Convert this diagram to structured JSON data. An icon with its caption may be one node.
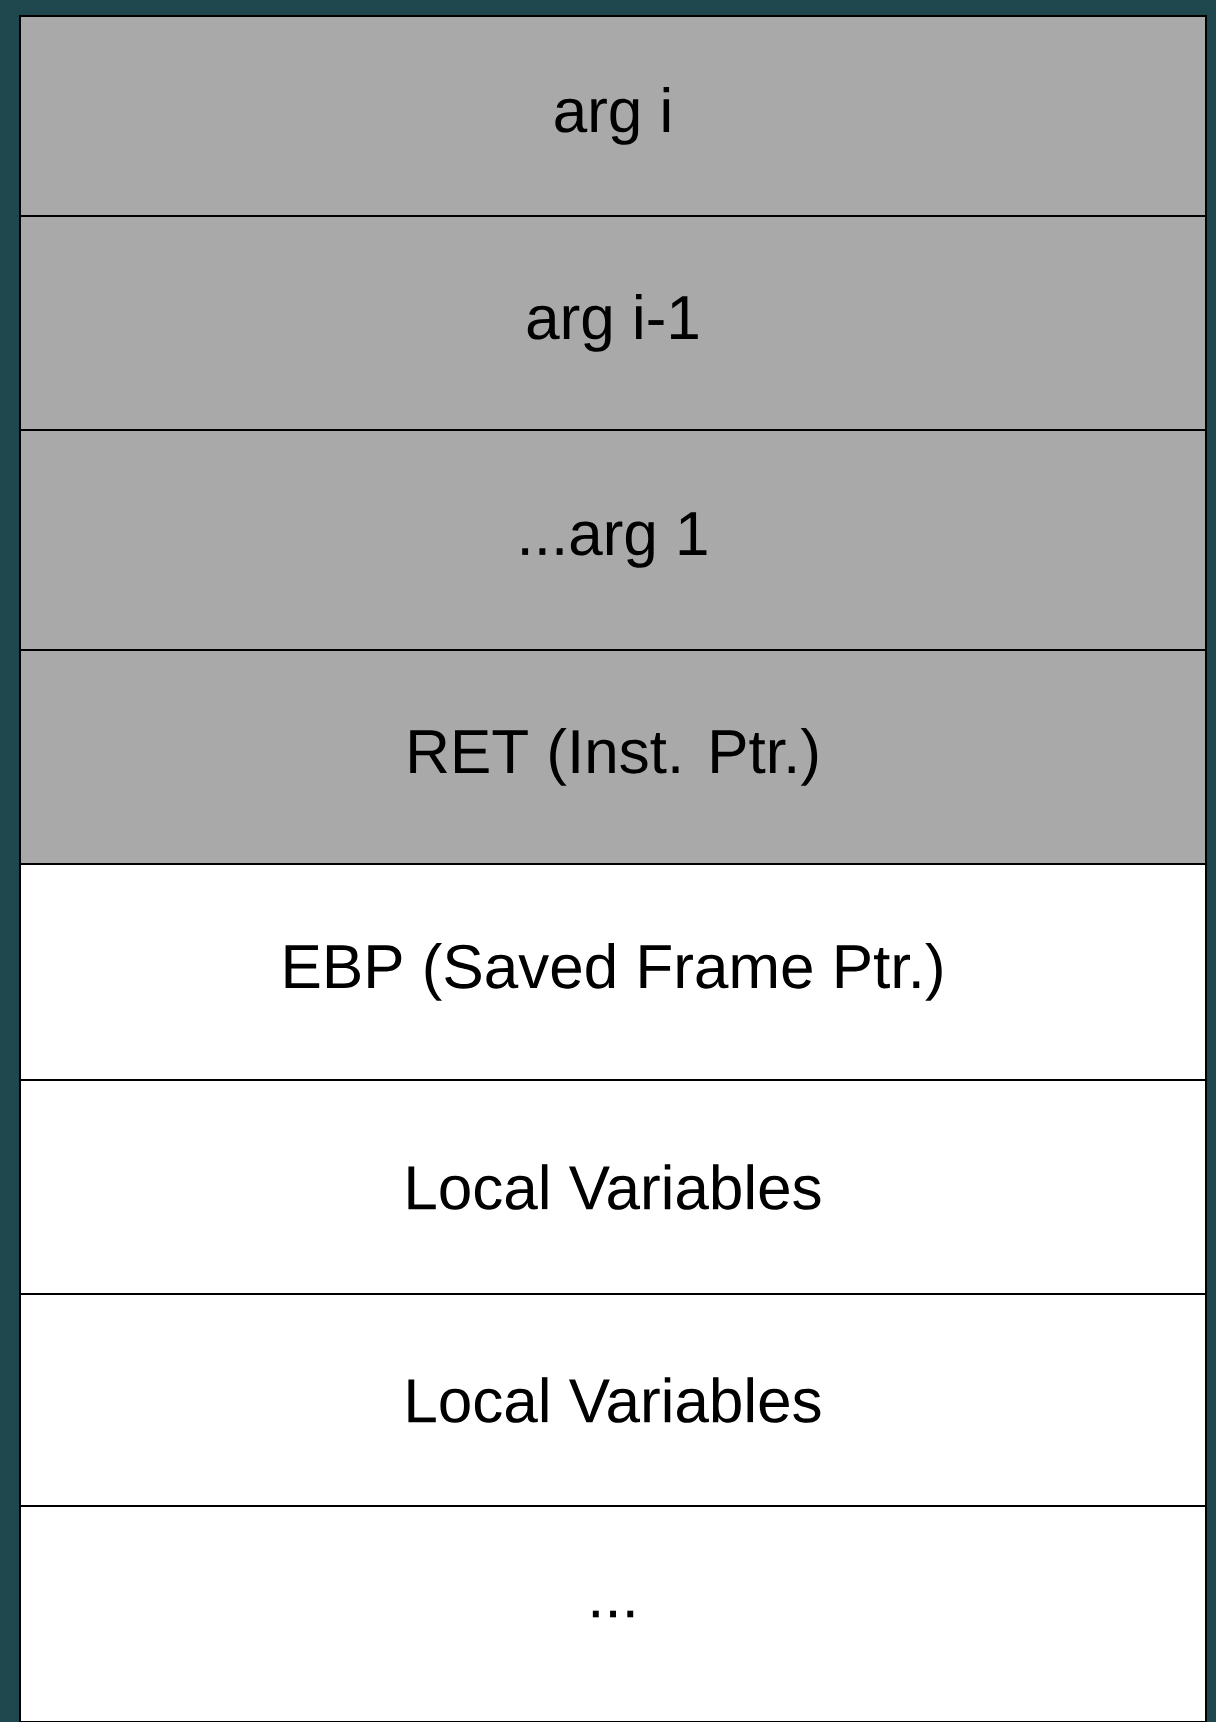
{
  "diagram": {
    "nodes": [
      {
        "text": [
          "arg i"
        ]
      },
      {
        "text": [
          "arg i-1"
        ]
      },
      {
        "text": [
          "...arg 1"
        ]
      },
      {
        "text": [
          "RET (Inst. Ptr.)"
        ]
      },
      {
        "text": [
          "EBP (Saved Frame Ptr.)"
        ]
      },
      {
        "text": [
          "Local Variables"
        ]
      },
      {
        "text": [
          "Local Variables"
        ]
      },
      {
        "text": [
          "..."
        ]
      }
    ]
  }
}
